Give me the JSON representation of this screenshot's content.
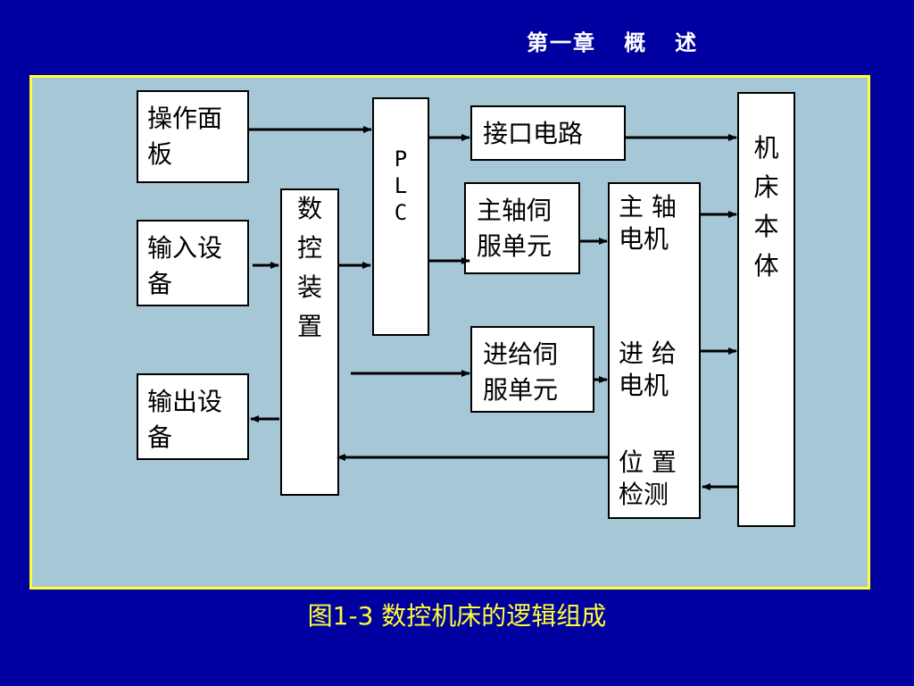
{
  "header": {
    "chapter": "第一章   概   述"
  },
  "diagram": {
    "operation_panel": "操作面\n板",
    "input_device": "输入设\n备",
    "output_device": "输出设\n备",
    "cnc_device": "数\n\n控\n\n装\n\n置",
    "plc": "P\nL\nC",
    "interface_circuit": "接口电路",
    "spindle_servo": "主轴伺\n服单元",
    "feed_servo": "进给伺\n服单元",
    "spindle_motor": "主 轴\n电机",
    "feed_motor": "进 给\n电机",
    "position_detection": "位 置\n检测",
    "machine_body": "机\n\n床\n\n本\n\n体"
  },
  "caption": "图1-3 数控机床的逻辑组成"
}
